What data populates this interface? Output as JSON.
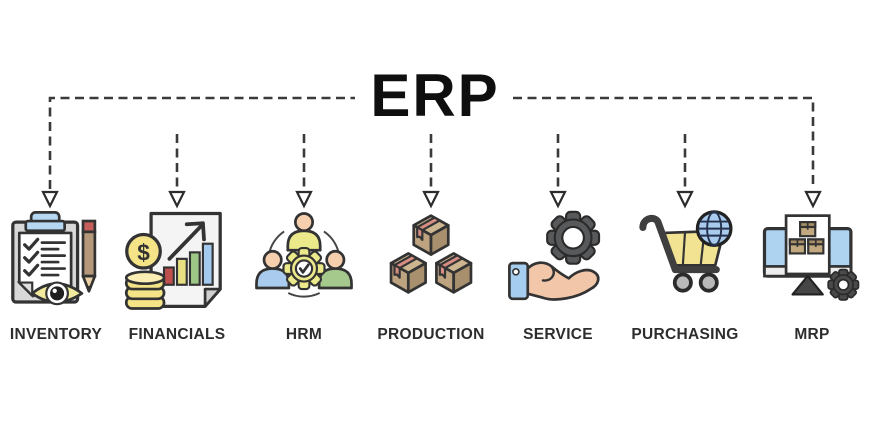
{
  "title": "ERP",
  "colors": {
    "background": "#ffffff",
    "line": "#3a3a3a",
    "title_text": "#0f0f0f",
    "label_text": "#2d2d2d",
    "clipboard_gray": "#d8d8d8",
    "clip_blue": "#b5d7f2",
    "pencil_tan": "#b5977a",
    "eraser_red": "#c65f5a",
    "eye_yellow": "#f2ea9c",
    "coin_yellow": "#f5e387",
    "bar_red": "#c0504d",
    "bar_yellow": "#e8df83",
    "bar_green": "#9dc786",
    "bar_blue": "#a3c9ee",
    "shirt_yellow": "#ece98b",
    "shirt_blue": "#a9cbed",
    "shirt_green": "#a5c98d",
    "skin": "#f6cfae",
    "box_tan_light": "#cdb58f",
    "box_tan": "#bda380",
    "box_tan_dark": "#a8906e",
    "tape_red": "#d98e83",
    "gear_dark": "#58595b",
    "cart_yellow": "#f2e392",
    "globe_blue": "#a9cbed",
    "monitor_blue": "#aed3f0"
  },
  "icon_text": {
    "dollar": "$"
  },
  "modules": [
    {
      "label": "INVENTORY",
      "icon": "clipboard-checklist-eye-icon"
    },
    {
      "label": "FINANCIALS",
      "icon": "document-chart-coins-icon"
    },
    {
      "label": "HRM",
      "icon": "team-network-gear-icon"
    },
    {
      "label": "PRODUCTION",
      "icon": "stacked-boxes-icon"
    },
    {
      "label": "SERVICE",
      "icon": "hand-holding-gear-icon"
    },
    {
      "label": "PURCHASING",
      "icon": "shopping-cart-globe-icon"
    },
    {
      "label": "MRP",
      "icon": "monitor-boxes-gear-icon"
    }
  ]
}
